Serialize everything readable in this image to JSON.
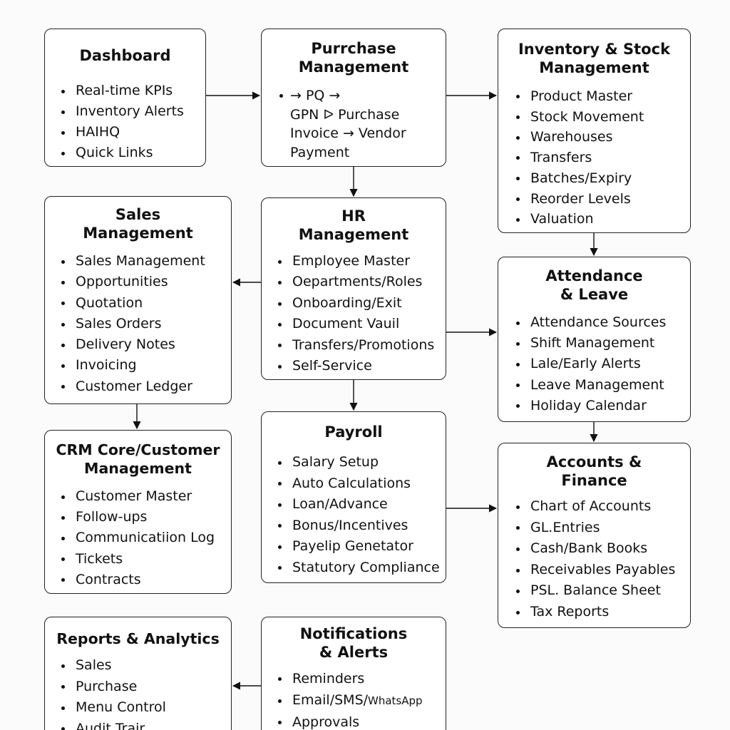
{
  "boxes": {
    "dashboard": {
      "title": "Dashboard",
      "items": [
        "Real-time KPIs",
        "Inventory Alerts",
        "HAIHQ",
        "Quick Links"
      ]
    },
    "purchase": {
      "title": "Purrchase\nManagement",
      "flow": {
        "line1": "→ PQ →",
        "line2": "GPN ᐅ Purchase",
        "line3": "Invoice → Vendor",
        "line4": "Payment"
      }
    },
    "inventory": {
      "title": "Inventory & Stock\nManagement",
      "items": [
        "Product Master",
        "Stock Movement",
        "Warehouses",
        "Transfers",
        "Batches/Expiry",
        "Reorder Levels",
        "Valuation"
      ]
    },
    "sales": {
      "title": "Sales\nManagement",
      "items": [
        "Sales Management",
        "Opportunities",
        "Quotation",
        "Sales Orders",
        "Delivery Notes",
        "Invoicing",
        "Customer Ledger"
      ]
    },
    "hr": {
      "title": "HR\nManagement",
      "items": [
        "Employee Master",
        "Oepartments/Roles",
        "Onboarding/Exit",
        "Document Vauil",
        "Transfers/Promotions",
        "Self-Service"
      ]
    },
    "attendance": {
      "title": "Attendance\n& Leave",
      "items": [
        "Attendance Sources",
        "Shift Management",
        "Lale/Early Alerts",
        "Leave Management",
        "Holiday Calendar"
      ]
    },
    "crm": {
      "title": "CRM Core/Customer\nManagement",
      "items": [
        "Customer Master",
        "Follow-ups",
        "Communicatiion Log",
        "Tickets",
        "Contracts"
      ]
    },
    "payroll": {
      "title": "Payroll",
      "items": [
        "Salary Setup",
        "Auto Calculations",
        "Loan/Advance",
        "Bonus/Incentives",
        "Payelip Genetator",
        "Statutory Compliance"
      ]
    },
    "accounts": {
      "title": "Accounts &\nFinance",
      "items": [
        "Chart of Accounts",
        "GL.Entries",
        "Cash/Bank Books",
        "Receivables Payables",
        "PSL. Balance Sheet",
        "Tax Reports"
      ]
    },
    "reports": {
      "title": "Reports & Analytics",
      "items": [
        "Sales",
        "Purchase",
        "Menu Control",
        "Audit Trajr"
      ]
    },
    "notifications": {
      "title": "Notifications\n& Alerts",
      "items_prefix": "Email/SMS/",
      "items_suffix": "WhatsApp",
      "item_first": "Reminders",
      "item_last": "Approvals"
    }
  },
  "colors": {
    "stroke": "#222222",
    "background": "#fbfbfb",
    "box_fill": "#ffffff"
  }
}
